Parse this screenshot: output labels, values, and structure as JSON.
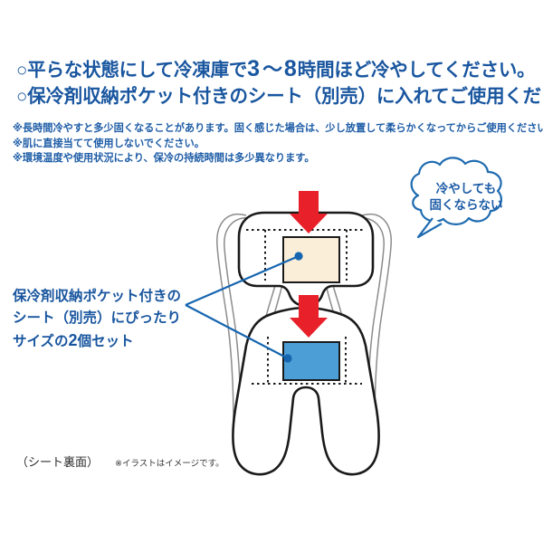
{
  "headline": {
    "line1_prefix": "○平らな状態にして冷凍庫で",
    "line1_num_a": "3",
    "line1_tilde": "〜",
    "line1_num_b": "8",
    "line1_suffix": "時間ほど冷やしてください。",
    "line2": "○保冷剤収納ポケット付きのシート（別売）に入れてご使用ください。"
  },
  "notes": [
    "※長時間冷やすと多少固くなることがあります。固く感じた場合は、少し放置して柔らかくなってからご使用ください。",
    "※肌に直接当てて使用しないでください。",
    "※環境温度や使用状況により、保冷の持続時間は多少異なります。"
  ],
  "speech_bubble": {
    "line1": "冷やしても",
    "line2": "固くならない"
  },
  "left_annotation": {
    "line1": "保冷剤収納ポケット付きの",
    "line2": "シート（別売）にぴったり",
    "line3_prefix": "サイズの",
    "line3_num": "2",
    "line3_suffix": "個セット"
  },
  "caption": {
    "main": "（シート裏面）",
    "sub": "※イラストはイメージです。"
  },
  "illustration": {
    "upper_pad_label": "cream-cooling-pad",
    "lower_pad_label": "blue-cooling-pad",
    "arrow_label": "insert-direction-arrow"
  },
  "colors": {
    "headline_blue": "#19569f",
    "note_blue": "#1d5ca6",
    "leader_blue": "#1565b0",
    "bubble_stroke": "#1e6bb0",
    "arrow_red": "#e8202a",
    "pad_cream": "#faeed8",
    "pad_blue": "#4c9ed6",
    "outline_dark": "#1a1a1a",
    "strap_gray": "#8c8c8c",
    "caption_dark": "#2e2e2e"
  }
}
